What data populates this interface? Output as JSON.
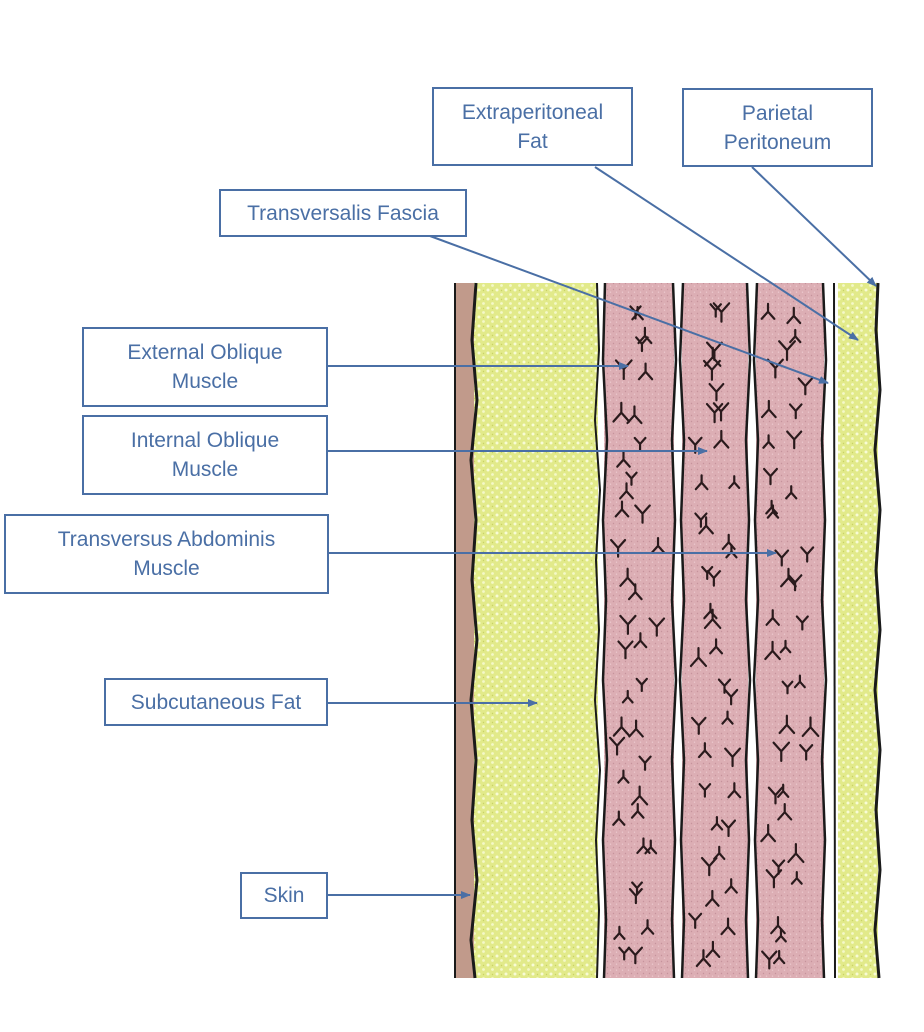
{
  "labels": {
    "extraperitoneal_fat": "Extraperitoneal\nFat",
    "parietal_peritoneum": "Parietal\nPeritoneum",
    "transversalis_fascia": "Transversalis Fascia",
    "external_oblique": "External Oblique\nMuscle",
    "internal_oblique": "Internal Oblique\nMuscle",
    "transversus_abdominis": "Transversus Abdominis\nMuscle",
    "subcutaneous_fat": "Subcutaneous Fat",
    "skin": "Skin"
  },
  "colors": {
    "label": "#4a6fa5",
    "skin": "#c19a8b",
    "fat": "#e2ea8a",
    "muscle": "#dcaeb4",
    "outline": "#1a1a1a"
  }
}
